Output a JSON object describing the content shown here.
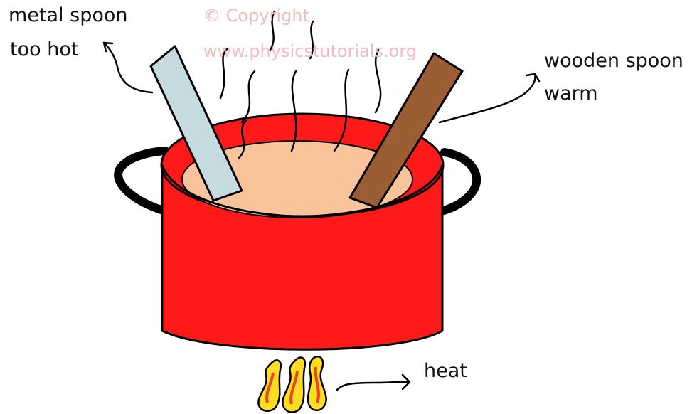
{
  "labels": {
    "metal_spoon": "metal spoon",
    "too_hot": "too hot",
    "wooden_spoon": "wooden spoon",
    "warm": "warm",
    "heat": "heat"
  },
  "watermark": {
    "line1": "© Copyright",
    "line2": "www.physicstutorials.org"
  },
  "colors": {
    "pot": "#ff1a1a",
    "pot_outline": "#000000",
    "liquid": "#f9c39b",
    "metal_spoon": "#c6dbe0",
    "wooden_spoon": "#9b5e34",
    "handle": "#000000",
    "flame_outer": "#ffdd22",
    "flame_inner": "#e8461e",
    "watermark": "#f3bcbc"
  },
  "icons": {
    "steam": "steam-wisp-icon",
    "flame": "flame-icon",
    "arrow": "curved-arrow-icon"
  }
}
